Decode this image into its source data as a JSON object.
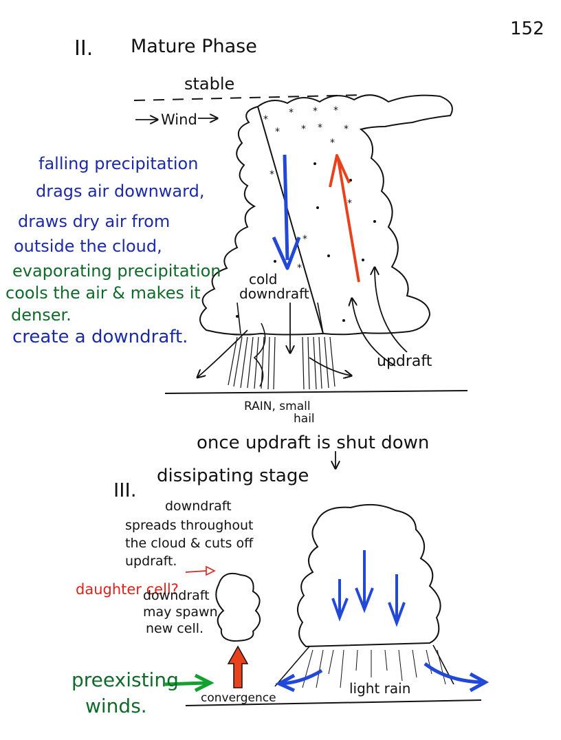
{
  "page_number": "152",
  "colors": {
    "ink": "#111111",
    "blue_ink": "#1a2aa8",
    "green_ink": "#0f6b2a",
    "red_ink": "#e0211a",
    "arrow_blue": "#2148d8",
    "arrow_red": "#e8411c",
    "arrow_green": "#12a12e"
  },
  "mature": {
    "heading_numeral": "II.",
    "heading_text": "Mature Phase",
    "stable_label": "stable",
    "wind_label": "Wind",
    "cold_label": "cold",
    "downdraft_label": "downdraft",
    "updraft_label": "updraft",
    "rain_label": "RAIN, small",
    "hail_label": "hail",
    "notes": {
      "blue_1": "falling precipitation",
      "blue_2": "drags air downward,",
      "blue_3": "draws dry air from",
      "blue_4": "outside the cloud,",
      "green_1": "evaporating precipitation",
      "green_2": "cools the air & makes it",
      "green_3": "denser.",
      "blue_5": "create a downdraft."
    }
  },
  "transition": "once updraft is shut down",
  "dissipating": {
    "heading_numeral": "III.",
    "heading_text": "dissipating stage",
    "desc_1": "downdraft",
    "desc_2": "spreads throughout",
    "desc_3": "the cloud & cuts off",
    "desc_4": "updraft.",
    "daughter_label": "daughter cell?",
    "spawn_1": "downdraft",
    "spawn_2": "may spawn",
    "spawn_3": "new cell.",
    "preexisting_1": "preexisting",
    "preexisting_2": "winds.",
    "convergence_label": "convergence",
    "light_rain_label": "light rain"
  }
}
